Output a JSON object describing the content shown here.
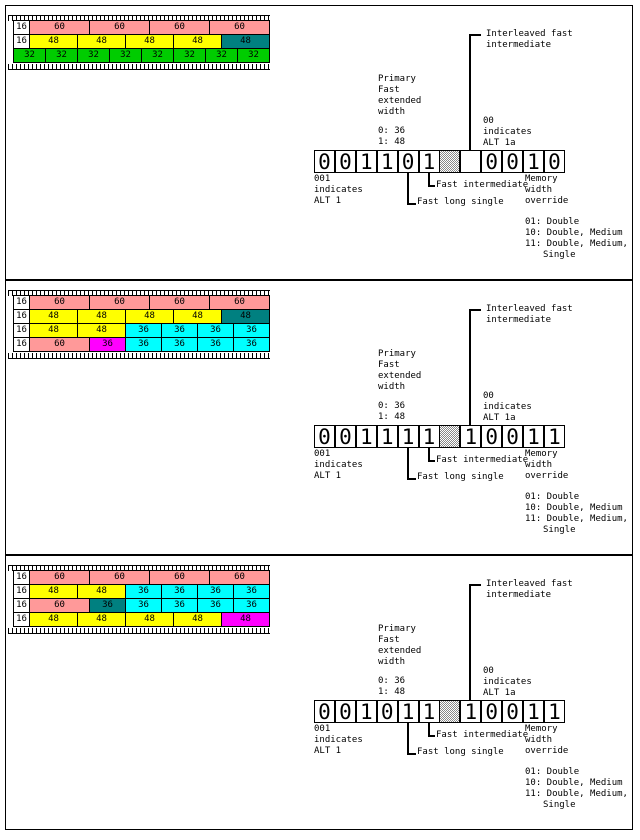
{
  "colors": {
    "pink": "#ff9999",
    "yellow": "#ffff00",
    "teal": "#008080",
    "green": "#00cc00",
    "cyan": "#00ffff",
    "magenta": "#ff00ff",
    "white": "#ffffff"
  },
  "labels": {
    "interleaved": [
      "Interleaved fast",
      "intermediate"
    ],
    "primary": [
      "Primary",
      "Fast",
      "extended",
      "width"
    ],
    "primary_values": [
      "0: 36",
      "1: 48"
    ],
    "alt1a": [
      "00",
      "indicates",
      "ALT 1a"
    ],
    "alt1": [
      "001",
      "indicates",
      "ALT 1"
    ],
    "fast_intermediate": "Fast intermediate",
    "fast_long_single": "Fast long single",
    "memory": [
      "Memory",
      "width",
      "override"
    ],
    "memory_values": [
      "01: Double",
      "10: Double, Medium",
      "11: Double, Medium,",
      "Single"
    ]
  },
  "panels": [
    {
      "rows": [
        [
          {
            "v": "16",
            "c": "white"
          },
          {
            "v": "60",
            "c": "pink"
          },
          {
            "v": "60",
            "c": "pink"
          },
          {
            "v": "60",
            "c": "pink"
          },
          {
            "v": "60",
            "c": "pink"
          }
        ],
        [
          {
            "v": "16",
            "c": "white"
          },
          {
            "v": "48",
            "c": "yellow"
          },
          {
            "v": "48",
            "c": "yellow"
          },
          {
            "v": "48",
            "c": "yellow"
          },
          {
            "v": "48",
            "c": "yellow"
          },
          {
            "v": "48",
            "c": "teal"
          }
        ],
        [
          {
            "v": "32",
            "c": "green"
          },
          {
            "v": "32",
            "c": "green"
          },
          {
            "v": "32",
            "c": "green"
          },
          {
            "v": "32",
            "c": "green"
          },
          {
            "v": "32",
            "c": "green"
          },
          {
            "v": "32",
            "c": "green"
          },
          {
            "v": "32",
            "c": "green"
          },
          {
            "v": "32",
            "c": "green"
          }
        ]
      ],
      "bits": [
        "0",
        "0",
        "1",
        "1",
        "0",
        "1",
        "#",
        "",
        "0",
        "0",
        "1",
        "0"
      ]
    },
    {
      "rows": [
        [
          {
            "v": "16",
            "c": "white"
          },
          {
            "v": "60",
            "c": "pink"
          },
          {
            "v": "60",
            "c": "pink"
          },
          {
            "v": "60",
            "c": "pink"
          },
          {
            "v": "60",
            "c": "pink"
          }
        ],
        [
          {
            "v": "16",
            "c": "white"
          },
          {
            "v": "48",
            "c": "yellow"
          },
          {
            "v": "48",
            "c": "yellow"
          },
          {
            "v": "48",
            "c": "yellow"
          },
          {
            "v": "48",
            "c": "yellow"
          },
          {
            "v": "48",
            "c": "teal"
          }
        ],
        [
          {
            "v": "16",
            "c": "white"
          },
          {
            "v": "48",
            "c": "yellow"
          },
          {
            "v": "48",
            "c": "yellow"
          },
          {
            "v": "36",
            "c": "cyan"
          },
          {
            "v": "36",
            "c": "cyan"
          },
          {
            "v": "36",
            "c": "cyan"
          },
          {
            "v": "36",
            "c": "cyan"
          }
        ],
        [
          {
            "v": "16",
            "c": "white"
          },
          {
            "v": "60",
            "c": "pink"
          },
          {
            "v": "36",
            "c": "magenta"
          },
          {
            "v": "36",
            "c": "cyan"
          },
          {
            "v": "36",
            "c": "cyan"
          },
          {
            "v": "36",
            "c": "cyan"
          },
          {
            "v": "36",
            "c": "cyan"
          }
        ]
      ],
      "bits": [
        "0",
        "0",
        "1",
        "1",
        "1",
        "1",
        "#",
        "1",
        "0",
        "0",
        "1",
        "1"
      ]
    },
    {
      "rows": [
        [
          {
            "v": "16",
            "c": "white"
          },
          {
            "v": "60",
            "c": "pink"
          },
          {
            "v": "60",
            "c": "pink"
          },
          {
            "v": "60",
            "c": "pink"
          },
          {
            "v": "60",
            "c": "pink"
          }
        ],
        [
          {
            "v": "16",
            "c": "white"
          },
          {
            "v": "48",
            "c": "yellow"
          },
          {
            "v": "48",
            "c": "yellow"
          },
          {
            "v": "36",
            "c": "cyan"
          },
          {
            "v": "36",
            "c": "cyan"
          },
          {
            "v": "36",
            "c": "cyan"
          },
          {
            "v": "36",
            "c": "cyan"
          }
        ],
        [
          {
            "v": "16",
            "c": "white"
          },
          {
            "v": "60",
            "c": "pink"
          },
          {
            "v": "36",
            "c": "teal"
          },
          {
            "v": "36",
            "c": "cyan"
          },
          {
            "v": "36",
            "c": "cyan"
          },
          {
            "v": "36",
            "c": "cyan"
          },
          {
            "v": "36",
            "c": "cyan"
          }
        ],
        [
          {
            "v": "16",
            "c": "white"
          },
          {
            "v": "48",
            "c": "yellow"
          },
          {
            "v": "48",
            "c": "yellow"
          },
          {
            "v": "48",
            "c": "yellow"
          },
          {
            "v": "48",
            "c": "yellow"
          },
          {
            "v": "48",
            "c": "magenta"
          }
        ]
      ],
      "bits": [
        "0",
        "0",
        "1",
        "0",
        "1",
        "1",
        "#",
        "1",
        "0",
        "0",
        "1",
        "1"
      ]
    }
  ]
}
